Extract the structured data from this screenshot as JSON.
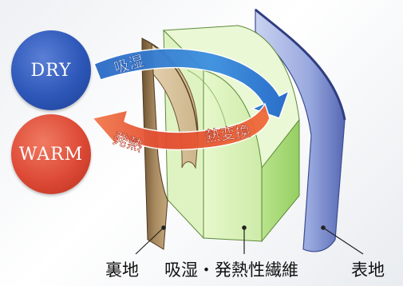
{
  "badges": {
    "dry": {
      "text": "DRY",
      "color": "#2d57b8"
    },
    "warm": {
      "text": "WARM",
      "color": "#dd4a36"
    }
  },
  "arrows": {
    "moisture_absorption": "吸湿",
    "heat_conversion": "熱変換",
    "heat_generation": "発熱"
  },
  "layers": {
    "lining": "裏地",
    "fiber": "吸湿・発熱性繊維",
    "outer": "表地"
  },
  "colors": {
    "lining": "#a88a60",
    "fiber": "#d6f0b3",
    "outer": "#8fa0d8",
    "arrow_blue": "#2f7fd0",
    "arrow_red": "#e0442d"
  }
}
